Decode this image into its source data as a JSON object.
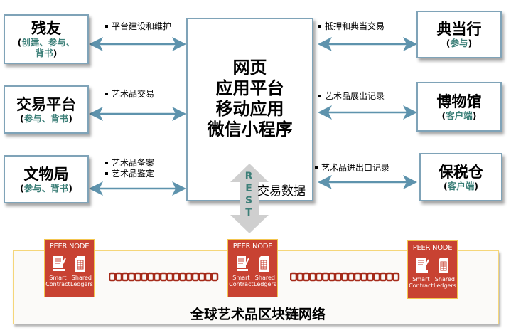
{
  "center": {
    "lines": [
      "网页",
      "应用平台",
      "移动应用",
      "微信小程序"
    ]
  },
  "left_nodes": [
    {
      "title": "残友",
      "open": "(",
      "roles": "创建、参与、",
      "roles2": "背书",
      "close": ")"
    },
    {
      "title": "交易平台",
      "open": "(",
      "roles": "参与、背书",
      "close": ")"
    },
    {
      "title": "文物局",
      "open": "(",
      "roles": "参与、背书",
      "close": ")"
    }
  ],
  "right_nodes": [
    {
      "title": "典当行",
      "open": "(",
      "roles": "参与",
      "close": ")"
    },
    {
      "title": "博物馆",
      "open": "(",
      "roles": "客户端",
      "close": ")"
    },
    {
      "title": "保税仓",
      "open": "(",
      "roles": "客户端",
      "close": ")"
    }
  ],
  "left_links": [
    {
      "items": [
        "平台建设和维护"
      ]
    },
    {
      "items": [
        "艺术品交易"
      ]
    },
    {
      "items": [
        "艺术品备案",
        "艺术品鉴定"
      ]
    }
  ],
  "right_links": [
    {
      "items": [
        "抵押和典当交易"
      ]
    },
    {
      "items": [
        "艺术品展出记录"
      ]
    },
    {
      "items": [
        "艺术品进出口记录"
      ]
    }
  ],
  "rest": {
    "letters": [
      "R",
      "E",
      "S",
      "T"
    ],
    "label": "交易数据"
  },
  "blockchain": {
    "title": "全球艺术品区块链网络",
    "peer_nodes": [
      {
        "title": "PEER NODE",
        "left_caption": [
          "Smart",
          "Contract"
        ],
        "right_caption": [
          "Shared",
          "Ledgers"
        ],
        "icons": [
          "contract-icon",
          "ledger-icon"
        ]
      },
      {
        "title": "PEER NODE",
        "left_caption": [
          "Smart",
          "Contract"
        ],
        "right_caption": [
          "Shared",
          "Ledgers"
        ],
        "icons": [
          "contract-icon",
          "ledger-icon"
        ]
      },
      {
        "title": "PEER NODE",
        "left_caption": [
          "Smart",
          "Contract"
        ],
        "right_caption": [
          "Shared",
          "Ledgers"
        ],
        "icons": [
          "contract-icon",
          "ledger-icon"
        ]
      }
    ]
  },
  "colors": {
    "box_border": "#7fa3b8",
    "arrow": "#5e93ad",
    "role_text": "#3c7f78",
    "peer_fill": "#c84232",
    "peer_border": "#f3c64f",
    "chain": "#a52a1a",
    "rest_arrow": "#cfcfcf"
  }
}
